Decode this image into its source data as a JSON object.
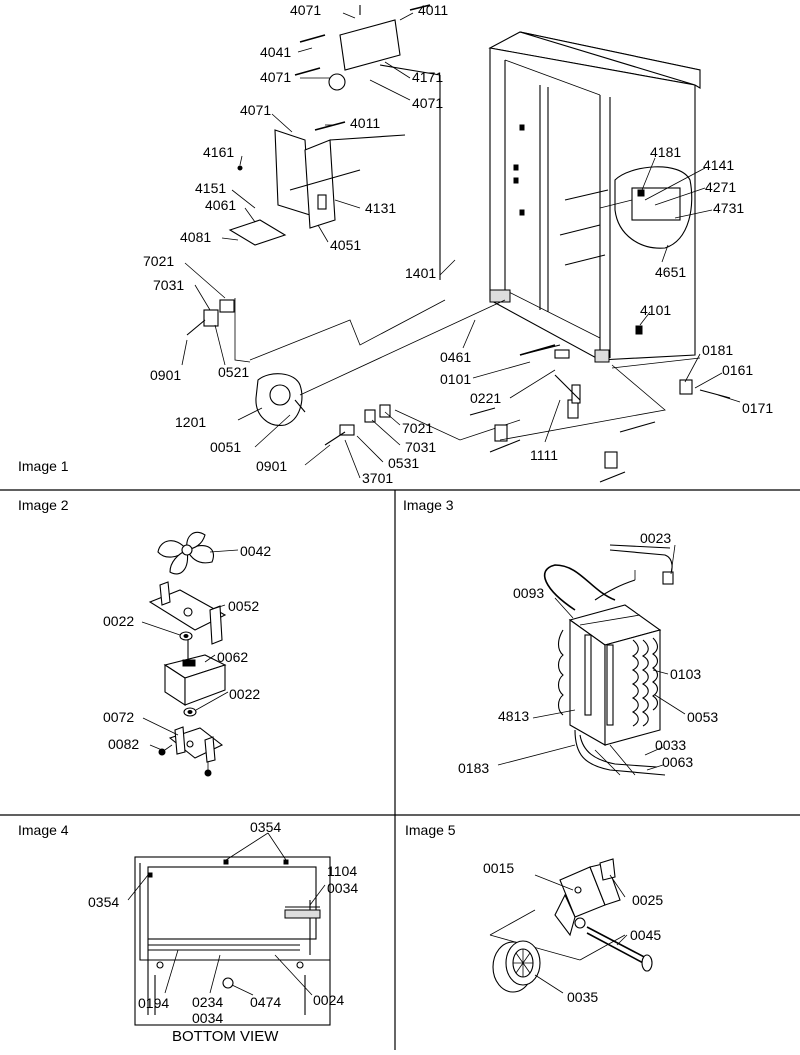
{
  "panels": [
    {
      "id": "image1",
      "title": "Image 1",
      "labels": [
        "4071",
        "4011",
        "4041",
        "4071",
        "4171",
        "4071",
        "4071",
        "4011",
        "4161",
        "4151",
        "4131",
        "4061",
        "4051",
        "4081",
        "7021",
        "7031",
        "0901",
        "0521",
        "1401",
        "0461",
        "0101",
        "0221",
        "1201",
        "0051",
        "0901",
        "7021",
        "7031",
        "0531",
        "3701",
        "1111",
        "4181",
        "4141",
        "4271",
        "4731",
        "4651",
        "4101",
        "0181",
        "0161",
        "0171"
      ]
    },
    {
      "id": "image2",
      "title": "Image 2",
      "labels": [
        "0042",
        "0052",
        "0022",
        "0062",
        "0022",
        "0072",
        "0082"
      ]
    },
    {
      "id": "image3",
      "title": "Image 3",
      "labels": [
        "0023",
        "0093",
        "0103",
        "4813",
        "0053",
        "0033",
        "0063",
        "0183"
      ]
    },
    {
      "id": "image4",
      "title": "Image 4",
      "labels": [
        "0354",
        "0354",
        "1104",
        "0034",
        "0194",
        "0234",
        "0034",
        "0474",
        "0024"
      ],
      "caption": "BOTTOM VIEW"
    },
    {
      "id": "image5",
      "title": "Image 5",
      "labels": [
        "0015",
        "0025",
        "0045",
        "0035"
      ]
    }
  ]
}
